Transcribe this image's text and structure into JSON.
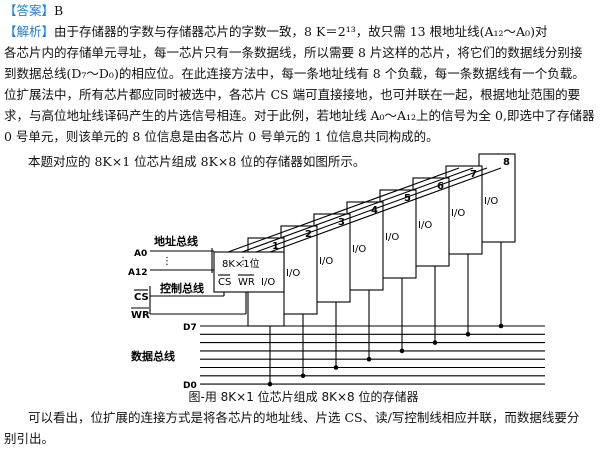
{
  "answer": {
    "tag": "【答案】",
    "value": "B"
  },
  "analysis": {
    "tag": "【解析】",
    "line1": "由于存储器的字数与存储器芯片的字数一致，8 K＝2¹³，故只需 13 根地址线(A₁₂～A₀)对",
    "line2": "各芯片内的存储单元寻址，每一芯片只有一条数据线，所以需要 8 片这样的芯片，将它们的数据线分别接",
    "line3": "到数据总线(D₇～D₀)的相应位。在此连接方法中，每一条地址线有 8 个负载，每一条数据线有一个负载。",
    "line4": "位扩展法中，所有芯片都应同时被选中，各芯片 CS 端可直接接地，也可并联在一起，根据地址范围的要",
    "line5": "求，与高位地址线译码产生的片选信号相连。对于此例，若地址线 A₀～A₁₂上的信号为全 0,即选中了存储器",
    "line6": "0 号单元，则该单元的 8 位信息是由各芯片 0 号单元的 1 位信息共同构成的。",
    "line7": "本题对应的 8K×1 位芯片组成 8K×8 位的存储器如图所示。"
  },
  "figure": {
    "addr_bus_label": "地址总线",
    "ctrl_bus_label": "控制总线",
    "data_bus_label": "数据总线",
    "a0": "A0",
    "a12": "A12",
    "cs": "CS",
    "wr": "WR",
    "d7": "D7",
    "d0": "D0",
    "chip1_title": "8K×1位",
    "chip_cs": "CS",
    "chip_wr": "WR",
    "io": "I/O",
    "chip_numbers": [
      "1",
      "2",
      "3",
      "4",
      "5",
      "6",
      "7",
      "8"
    ],
    "caption": "图-用 8K×1 位芯片组成 8K×8 位的存储器"
  },
  "conclusion": {
    "line1": "可以看出，位扩展的连接方式是将各芯片的地址线、片选 CS、读/写控制线相应并联，而数据线要分",
    "line2": "别引出。"
  }
}
